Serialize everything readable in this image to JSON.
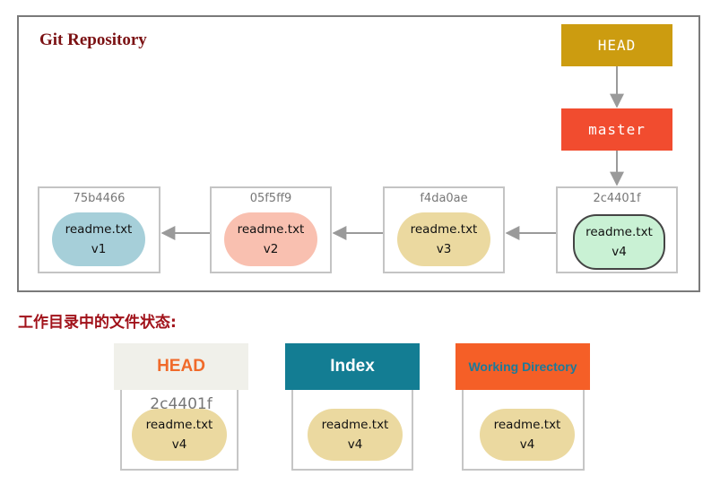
{
  "repository": {
    "title": "Git Repository",
    "refs": [
      {
        "label": "HEAD",
        "color": "#cc9c10"
      },
      {
        "label": "master",
        "color": "#f14c2f"
      }
    ],
    "commits": [
      {
        "sha": "75b4466",
        "file": "readme.txt",
        "version": "v1",
        "color": "#a6cfd9"
      },
      {
        "sha": "05f5ff9",
        "file": "readme.txt",
        "version": "v2",
        "color": "#f9c0b0"
      },
      {
        "sha": "f4da0ae",
        "file": "readme.txt",
        "version": "v3",
        "color": "#ebd9a0"
      },
      {
        "sha": "2c4401f",
        "file": "readme.txt",
        "version": "v4",
        "color": "#c9f1d4"
      }
    ]
  },
  "working_state": {
    "heading": "工作目录中的文件状态:",
    "areas": [
      {
        "label": "HEAD",
        "sha": "2c4401f",
        "file": "readme.txt",
        "version": "v4",
        "label_color": "#f06a2a",
        "header_bg": "#f0f0ea"
      },
      {
        "label": "Index",
        "file": "readme.txt",
        "version": "v4",
        "label_color": "#ffffff",
        "header_bg": "#137d93"
      },
      {
        "label": "Working Directory",
        "file": "readme.txt",
        "version": "v4",
        "label_color": "#1b7a9a",
        "header_bg": "#f55f27"
      }
    ]
  }
}
